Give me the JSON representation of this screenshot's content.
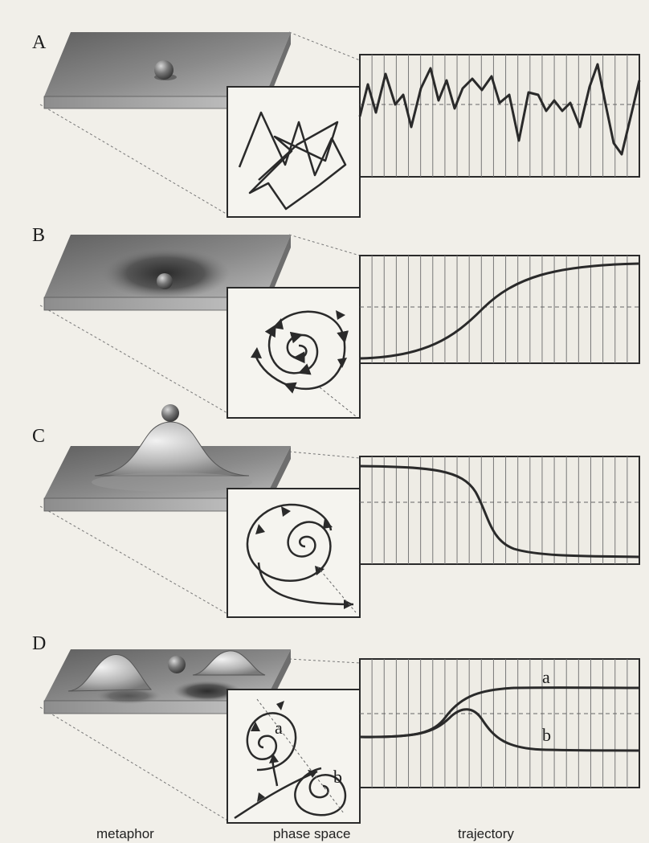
{
  "panels": [
    {
      "letter": "A",
      "behavior": "random"
    },
    {
      "letter": "B",
      "behavior": "rise"
    },
    {
      "letter": "C",
      "behavior": "fall"
    },
    {
      "letter": "D",
      "behavior": "bistable"
    }
  ],
  "curve_labels": {
    "upper": "a",
    "lower": "b"
  },
  "phase_labels": {
    "upper": "a",
    "lower": "b"
  },
  "columns": {
    "metaphor": "metaphor",
    "phase_space": "phase space",
    "trajectory": "trajectory"
  },
  "colors": {
    "ink": "#2a2a2a",
    "paper": "#f1efe9",
    "plate_top": "#7d7d7d",
    "plate_edge": "#9a9a9a"
  }
}
